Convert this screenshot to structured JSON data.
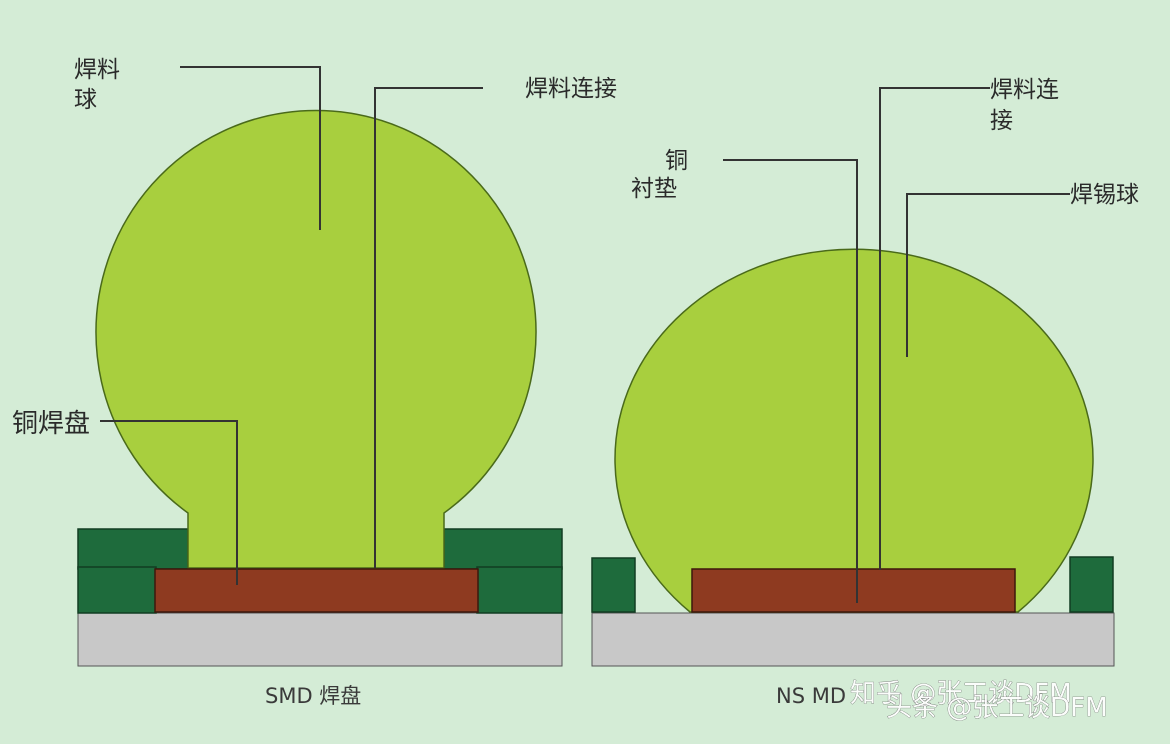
{
  "left_panel": {
    "solder_ball_label_line1": "焊料",
    "solder_ball_label_line2": "球",
    "solder_joint_label": "焊料连接",
    "copper_pad_label": "铜焊盘",
    "caption": "SMD 焊盘"
  },
  "right_panel": {
    "solder_joint_label_line1": "焊料连",
    "solder_joint_label_line2": "接",
    "copper_liner_label_line1": "铜",
    "copper_liner_label_line2": "衬垫",
    "tin_ball_label": "焊锡球",
    "caption": "NS MD"
  },
  "watermarks": {
    "zhihu": "知乎 @张工谈DFM",
    "toutiao": "头条 @张工谈DFM"
  },
  "colors": {
    "background": "#d4ecd6",
    "solder": "#a8cf3e",
    "solder_outline": "#4a6a1a",
    "copper_pad": "#8e3a20",
    "solder_mask": "#1e6b3c",
    "substrate": "#c8c8c8"
  }
}
